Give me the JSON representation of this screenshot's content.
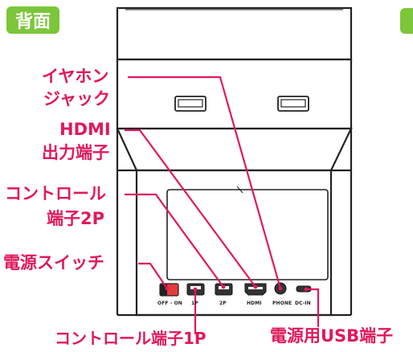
{
  "badges": {
    "main": "背面"
  },
  "callouts": {
    "earphone_line1": "イヤホン",
    "earphone_line2": "ジャック",
    "hdmi_line1": "HDMI",
    "hdmi_line2": "出力端子",
    "controller2p_line1": "コントロール",
    "controller2p_line2": "端子2P",
    "power_switch": "電源スイッチ",
    "controller1p": "コントロール端子1P",
    "usb_power": "電源用USB端子"
  },
  "port_labels": {
    "switch": "OFF - ON",
    "p1": "1P",
    "p2": "2P",
    "hdmi": "HDMI",
    "phone": "PHONE",
    "dcin": "DC-IN"
  },
  "colors": {
    "badge_green": "#7cc63a",
    "callout_pink": "#e0195a",
    "switch_red": "#e33b3b"
  }
}
